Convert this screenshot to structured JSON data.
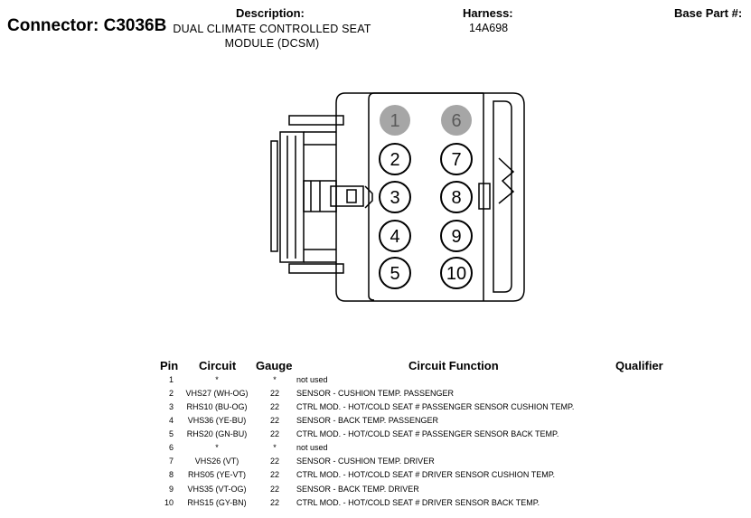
{
  "header": {
    "connector_label": "Connector:",
    "connector_id": "C3036B",
    "description_label": "Description:",
    "description_value": "DUAL CLIMATE CONTROLLED SEAT MODULE (DCSM)",
    "harness_label": "Harness:",
    "harness_value": "14A698",
    "base_part_label": "Base Part #:"
  },
  "connector": {
    "pins_top_row_gray": [
      "1",
      "6"
    ],
    "pins": [
      {
        "number": "1",
        "used": false
      },
      {
        "number": "2",
        "used": true
      },
      {
        "number": "3",
        "used": true
      },
      {
        "number": "4",
        "used": true
      },
      {
        "number": "5",
        "used": true
      },
      {
        "number": "6",
        "used": false
      },
      {
        "number": "7",
        "used": true
      },
      {
        "number": "8",
        "used": true
      },
      {
        "number": "9",
        "used": true
      },
      {
        "number": "10",
        "used": true
      }
    ],
    "colors": {
      "unused_pin_fill": "#a6a6a6",
      "line": "#000000"
    }
  },
  "table": {
    "headers": {
      "pin": "Pin",
      "circuit": "Circuit",
      "gauge": "Gauge",
      "function": "Circuit Function",
      "qualifier": "Qualifier"
    },
    "rows": [
      {
        "pin": "1",
        "circuit": "*",
        "gauge": "*",
        "function": "not used"
      },
      {
        "pin": "2",
        "circuit": "VHS27 (WH-OG)",
        "gauge": "22",
        "function": "SENSOR - CUSHION TEMP. PASSENGER"
      },
      {
        "pin": "3",
        "circuit": "RHS10 (BU-OG)",
        "gauge": "22",
        "function": "CTRL MOD. - HOT/COLD SEAT # PASSENGER SENSOR CUSHION TEMP."
      },
      {
        "pin": "4",
        "circuit": "VHS36 (YE-BU)",
        "gauge": "22",
        "function": "SENSOR - BACK TEMP. PASSENGER"
      },
      {
        "pin": "5",
        "circuit": "RHS20 (GN-BU)",
        "gauge": "22",
        "function": "CTRL MOD. - HOT/COLD SEAT # PASSENGER SENSOR BACK TEMP."
      },
      {
        "pin": "6",
        "circuit": "*",
        "gauge": "*",
        "function": "not used"
      },
      {
        "pin": "7",
        "circuit": "VHS26 (VT)",
        "gauge": "22",
        "function": "SENSOR - CUSHION TEMP. DRIVER"
      },
      {
        "pin": "8",
        "circuit": "RHS05 (YE-VT)",
        "gauge": "22",
        "function": "CTRL MOD. - HOT/COLD SEAT # DRIVER SENSOR CUSHION TEMP."
      },
      {
        "pin": "9",
        "circuit": "VHS35 (VT-OG)",
        "gauge": "22",
        "function": "SENSOR - BACK TEMP. DRIVER"
      },
      {
        "pin": "10",
        "circuit": "RHS15 (GY-BN)",
        "gauge": "22",
        "function": "CTRL MOD. - HOT/COLD SEAT # DRIVER SENSOR BACK TEMP."
      }
    ]
  }
}
